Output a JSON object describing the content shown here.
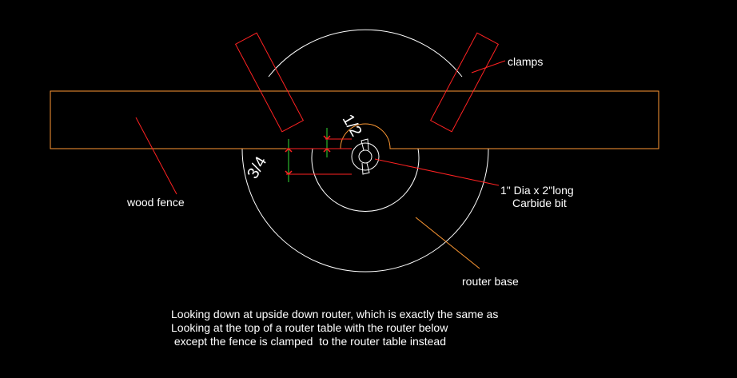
{
  "colors": {
    "background": "#000000",
    "outline": "#ffffff",
    "fence": "#ff9933",
    "clamp": "#ff2222",
    "leader_red": "#ff2222",
    "leader_orange": "#ff9933",
    "dimension_red": "#ff2222",
    "dimension_green": "#33dd33"
  },
  "labels": {
    "clamps": "clamps",
    "wood_fence": "wood fence",
    "bit_line1": "1\" Dia x 2\"long",
    "bit_line2": "Carbide bit",
    "router_base": "router base"
  },
  "dimensions": {
    "inner": "1/2",
    "outer": "3/4"
  },
  "note": {
    "line1": "Looking down at upside down router, which is exactly the same as",
    "line2": "Looking at the top of a router table with the router below",
    "line3": " except the fence is clamped  to the router table instead"
  }
}
